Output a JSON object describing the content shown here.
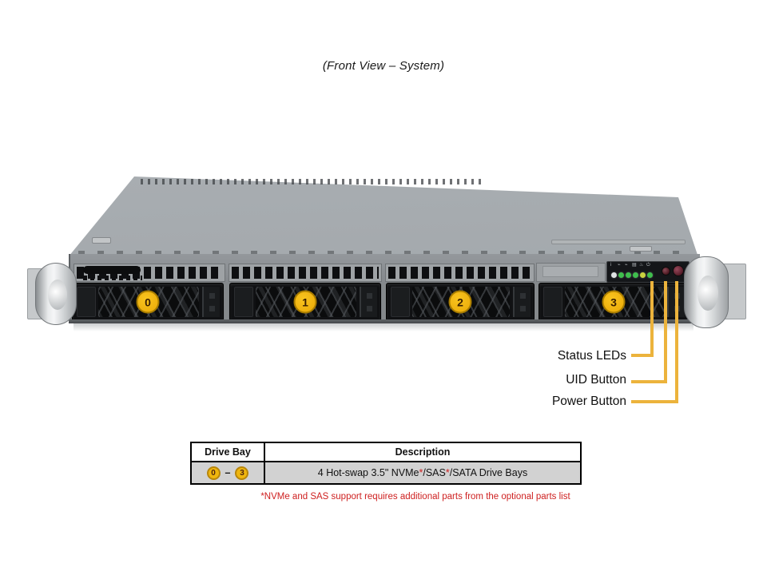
{
  "title": "(Front View – System)",
  "server": {
    "drive_bay_badges": [
      "0",
      "1",
      "2",
      "3"
    ],
    "control_panel": {
      "icon_glyphs": [
        "i",
        "⌁",
        "⌁",
        "▤",
        "♨",
        "⏻"
      ],
      "led_colors": [
        "#dfe3e4",
        "#3fbf4d",
        "#3fbf4d",
        "#3fbf4d",
        "#c9d23f",
        "#3fbf4d"
      ]
    }
  },
  "callouts": [
    {
      "label": "Status LEDs"
    },
    {
      "label": "UID Button"
    },
    {
      "label": "Power Button"
    }
  ],
  "table": {
    "headers": [
      "Drive Bay",
      "Description"
    ],
    "row": {
      "bay_start": "0",
      "bay_separator": "–",
      "bay_end": "3",
      "description_parts": [
        {
          "text": "4 Hot-swap 3.5\" NVMe"
        },
        {
          "text": "*"
        },
        {
          "text": "/SAS"
        },
        {
          "text": "*"
        },
        {
          "text": "/SATA Drive Bays"
        }
      ]
    }
  },
  "footnote": "*NVMe and SAS support requires additional parts from the optional parts list",
  "colors": {
    "callout_yellow": "#ECB33C",
    "badge_yellow": "#EFB60E",
    "footnote_red": "#CE2020",
    "led_green": "#3FBF4D",
    "chassis_gray": "#9AA0A4"
  }
}
